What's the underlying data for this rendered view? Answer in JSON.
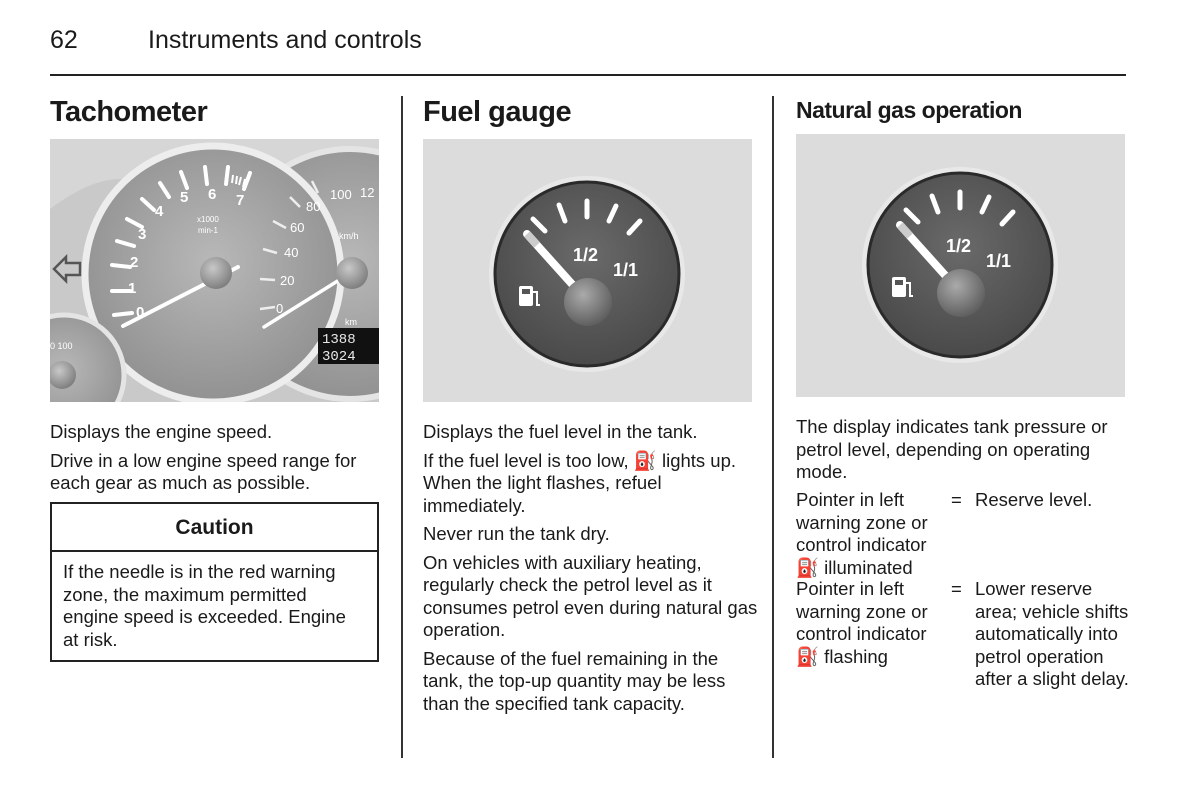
{
  "header": {
    "page_number": "62",
    "title": "Instruments and controls"
  },
  "tachometer": {
    "heading": "Tachometer",
    "description": "Displays the engine speed.",
    "advice": "Drive in a low engine speed range for each gear as much as possible.",
    "caution": {
      "title": "Caution",
      "body": "If the needle is in the red warning zone, the maximum permitted engine speed is exceeded. Engine at risk."
    },
    "figure": {
      "rpm_labels": [
        "0",
        "1",
        "2",
        "3",
        "4",
        "5",
        "6",
        "7"
      ],
      "rpm_unit_1": "x1000",
      "rpm_unit_2": "min-1",
      "speed_labels": [
        "0",
        "20",
        "40",
        "60",
        "80",
        "100",
        "12"
      ],
      "speed_unit": "km/h",
      "odometer_unit": "km",
      "odometer_top": "1388",
      "odometer_bottom": "3024",
      "small_gauge_label": "0 100"
    }
  },
  "fuel_gauge": {
    "heading": "Fuel gauge",
    "p1": "Displays the fuel level in the tank.",
    "p2": "If the fuel level is too low, ⛽ lights up. When the light flashes, refuel immediately.",
    "p3": "Never run the tank dry.",
    "p4": "On vehicles with auxiliary heating, regularly check the petrol level as it consumes petrol even during natural gas operation.",
    "p5": "Because of the fuel remaining in the tank, the top-up quantity may be less than the specified tank capacity.",
    "gauge": {
      "label_half": "1/2",
      "label_full": "1/1"
    }
  },
  "natural_gas": {
    "heading": "Natural gas operation",
    "intro": "The display indicates tank pressure or petrol level, depending on operating mode.",
    "rows": [
      {
        "condition": "Pointer in left warning zone or control indicator ⛽ illuminated",
        "eq": "=",
        "result": "Reserve level."
      },
      {
        "condition": "Pointer in left warning zone or control indicator ⛽ flashing",
        "eq": "=",
        "result": "Lower reserve area; vehicle shifts automatically into petrol operation after a slight delay."
      }
    ],
    "gauge": {
      "label_half": "1/2",
      "label_full": "1/1"
    }
  },
  "colors": {
    "text": "#1a1a1a",
    "gauge_face": "#5c5c5c",
    "figure_bg": "#dcdcdc"
  }
}
